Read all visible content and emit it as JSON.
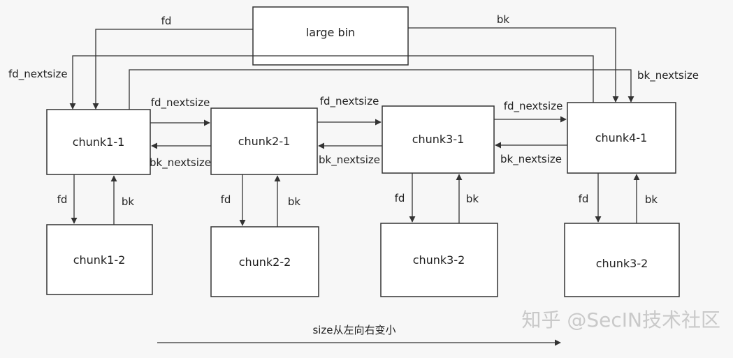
{
  "header_box": "large bin",
  "chunks_top": [
    "chunk1-1",
    "chunk2-1",
    "chunk3-1",
    "chunk4-1"
  ],
  "chunks_bottom": [
    "chunk1-2",
    "chunk2-2",
    "chunk3-2",
    "chunk3-2"
  ],
  "labels": {
    "fd": "fd",
    "bk": "bk",
    "fd_nextsize": "fd_nextsize",
    "bk_nextsize": "bk_nextsize"
  },
  "size_note": "size从左向右变小",
  "watermark": "知乎 @SecIN技术社区",
  "colors": {
    "line": "#333333",
    "box_fill": "#ffffff",
    "background": "#f7f7f7"
  }
}
